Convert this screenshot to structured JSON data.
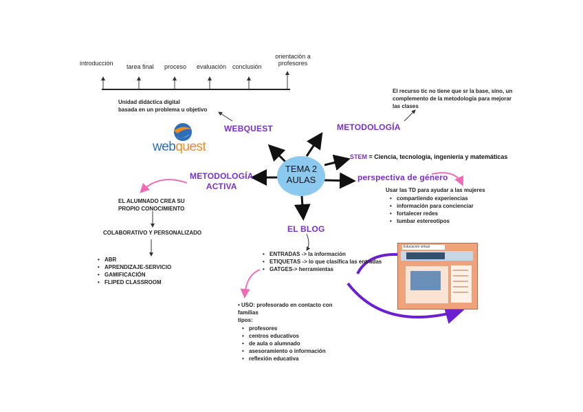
{
  "timeline": {
    "labels": [
      "introducción",
      "tarea final",
      "proceso",
      "evaluación",
      "conclusión"
    ],
    "last_label_line1": "orientación a",
    "last_label_line2": "profesores",
    "caption_line1": "Unidad didáctica digital",
    "caption_line2": "basada en un problema u objetivo"
  },
  "center": {
    "line1": "TEMA 2",
    "line2": "AULAS"
  },
  "webquest": {
    "title": "WEBQUEST",
    "logo_part1": "web",
    "logo_part2": "quest"
  },
  "metodologia": {
    "title": "METODOLOGÍA",
    "note_line1": "El recurso tic no tiene que sr la base, sino, un",
    "note_line2": "complemento de la metodología para mejorar",
    "note_line3": "las clases"
  },
  "stem": {
    "label": "STEM",
    "text": "= Ciencia, tecnología, ingeniería y matemáticas"
  },
  "genero": {
    "title": "perspectiva de género",
    "intro": "Usar las TD para ayudar a las mujeres",
    "items": [
      "compartiendo experiencias",
      "información para concienciar",
      "fortalecer redes",
      "tumbar estereotipos"
    ]
  },
  "activa": {
    "title_line1": "METODOLOGÍA",
    "title_line2": "ACTIVA",
    "note_line1": "EL ALUMNADO CREA SU",
    "note_line2": "PROPIO CONOCIMIENTO",
    "sub": "COLABORATIVO Y PERSONALIZADO",
    "items": [
      "ABR",
      "APRENDIZAJE-SERVICIO",
      "GAMIFICACIÓN",
      "FLIPED CLASSROOM"
    ]
  },
  "blog": {
    "title": "EL BLOG",
    "items": [
      "ENTRADAS ->  la información",
      "ETIQUETAS -> lo que clasifica las entradas",
      "GATGES-> herramientas"
    ],
    "uso_line1": "USO: profesorado en contacto con",
    "uso_line2": "familias",
    "tipos": "tipos:",
    "tipos_items": [
      "profesores",
      "centros educativos",
      "de aula o alumnado",
      "asesoramiento o información",
      "reflexión educativa"
    ],
    "screenshot_title": "Educación virtual"
  },
  "colors": {
    "purple": "#7a2fd0",
    "pink": "#f06bb6",
    "center_fill": "#8cc9ef",
    "logo_orange": "#f08a24",
    "logo_blue": "#2b6fb8"
  }
}
